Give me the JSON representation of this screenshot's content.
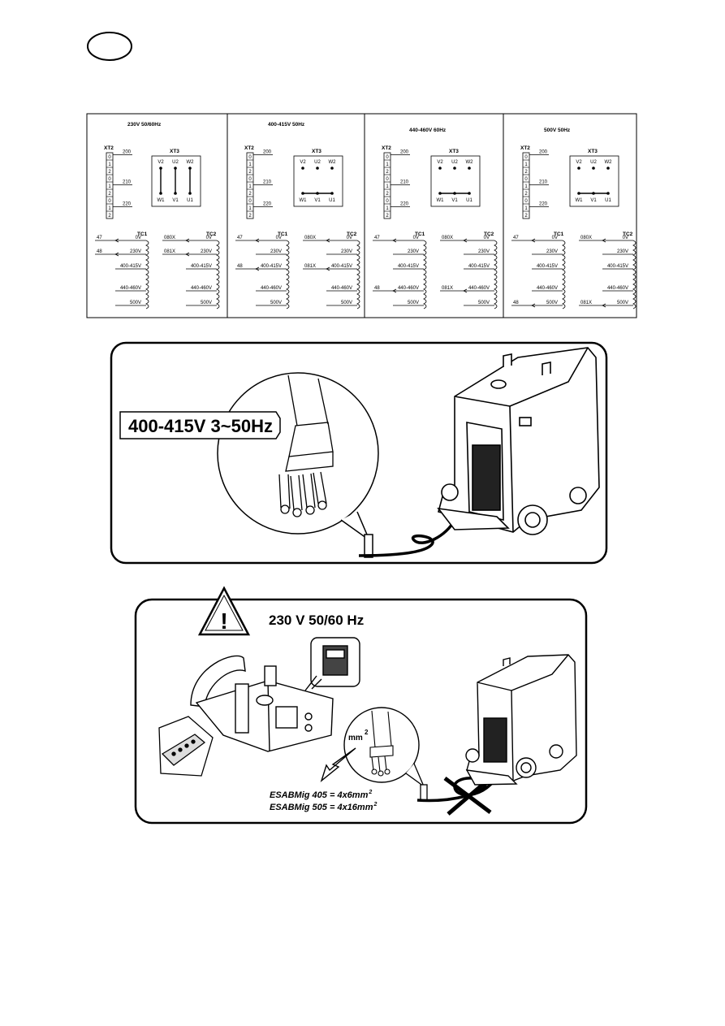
{
  "language_badge": "",
  "wiring_panels": [
    {
      "title": "230V 50/60Hz",
      "xt2_label": "XT2",
      "xt2_terms": [
        "0",
        "1",
        "2",
        "0",
        "1",
        "2",
        "0",
        "1",
        "2"
      ],
      "xt2_taps": [
        "200",
        "210",
        "220"
      ],
      "xt3_label": "XT3",
      "xt3_top": [
        "V2",
        "U2",
        "W2"
      ],
      "xt3_bottom": [
        "W1",
        "V1",
        "U1"
      ],
      "xt3_link": "vertical",
      "tc1_label": "TC1",
      "tc1_taps": [
        "0V",
        "230V",
        "400-415V",
        "440-460V",
        "500V"
      ],
      "tc1_wire_upper": "47",
      "tc1_wire_lower": "48",
      "tc1_upper_tap": 0,
      "tc1_lower_tap": 1,
      "tc2_label": "TC2",
      "tc2_taps": [
        "0V",
        "230V",
        "400-415V",
        "440-460V",
        "500V"
      ],
      "tc2_wire_upper": "080X",
      "tc2_wire_lower": "081X",
      "tc2_upper_tap": 0,
      "tc2_lower_tap": 1
    },
    {
      "title": "400-415V 50Hz",
      "xt2_label": "XT2",
      "xt2_terms": [
        "0",
        "1",
        "2",
        "0",
        "1",
        "2",
        "0",
        "1",
        "2"
      ],
      "xt2_taps": [
        "200",
        "210",
        "220"
      ],
      "xt3_label": "XT3",
      "xt3_top": [
        "V2",
        "U2",
        "W2"
      ],
      "xt3_bottom": [
        "W1",
        "V1",
        "U1"
      ],
      "xt3_link": "horizontal",
      "tc1_label": "TC1",
      "tc1_taps": [
        "0V",
        "230V",
        "400-415V",
        "440-460V",
        "500V"
      ],
      "tc1_wire_upper": "47",
      "tc1_wire_lower": "48",
      "tc1_upper_tap": 0,
      "tc1_lower_tap": 2,
      "tc2_label": "TC2",
      "tc2_taps": [
        "0V",
        "230V",
        "400-415V",
        "440-460V",
        "500V"
      ],
      "tc2_wire_upper": "080X",
      "tc2_wire_lower": "081X",
      "tc2_upper_tap": 0,
      "tc2_lower_tap": 2
    },
    {
      "title": "440-460V 60Hz",
      "xt2_label": "XT2",
      "xt2_terms": [
        "0",
        "1",
        "2",
        "0",
        "1",
        "2",
        "0",
        "1",
        "2"
      ],
      "xt2_taps": [
        "200",
        "210",
        "220"
      ],
      "xt3_label": "XT3",
      "xt3_top": [
        "V2",
        "U2",
        "W2"
      ],
      "xt3_bottom": [
        "W1",
        "V1",
        "U1"
      ],
      "xt3_link": "horizontal",
      "tc1_label": "TC1",
      "tc1_taps": [
        "0V",
        "230V",
        "400-415V",
        "440-460V",
        "500V"
      ],
      "tc1_wire_upper": "47",
      "tc1_wire_lower": "48",
      "tc1_upper_tap": 0,
      "tc1_lower_tap": 3,
      "tc2_label": "TC2",
      "tc2_taps": [
        "0V",
        "230V",
        "400-415V",
        "440-460V",
        "500V"
      ],
      "tc2_wire_upper": "080X",
      "tc2_wire_lower": "081X",
      "tc2_upper_tap": 0,
      "tc2_lower_tap": 3
    },
    {
      "title": "500V 50Hz",
      "xt2_label": "XT2",
      "xt2_terms": [
        "0",
        "1",
        "2",
        "0",
        "1",
        "2",
        "0",
        "1",
        "2"
      ],
      "xt2_taps": [
        "200",
        "210",
        "220"
      ],
      "xt3_label": "XT3",
      "xt3_top": [
        "V2",
        "U2",
        "W2"
      ],
      "xt3_bottom": [
        "W1",
        "V1",
        "U1"
      ],
      "xt3_link": "horizontal",
      "tc1_label": "TC1",
      "tc1_taps": [
        "0V",
        "230V",
        "400-415V",
        "440-460V",
        "500V"
      ],
      "tc1_wire_upper": "47",
      "tc1_wire_lower": "48",
      "tc1_upper_tap": 0,
      "tc1_lower_tap": 4,
      "tc2_label": "TC2",
      "tc2_taps": [
        "0V",
        "230V",
        "400-415V",
        "440-460V",
        "500V"
      ],
      "tc2_wire_upper": "080X",
      "tc2_wire_lower": "081X",
      "tc2_upper_tap": 0,
      "tc2_lower_tap": 4
    }
  ],
  "supply_callout": {
    "voltage_label": "400-415V 3~50Hz"
  },
  "warning_panel": {
    "title": "230 V 50/60 Hz",
    "warning_symbol": "!",
    "cable_unit": "mm",
    "cable_unit_exp": "2",
    "spec_lines": [
      {
        "model": "ESABMig 405 = 4x6mm",
        "exp": "2"
      },
      {
        "model": "ESABMig 505 = 4x16mm",
        "exp": "2"
      }
    ]
  },
  "icons": [
    "warning-triangle-icon",
    "welding-machine-illustration",
    "cable-end-illustration",
    "terminal-block-illustration",
    "transformer-illustration",
    "prohibited-cross-icon",
    "arrow-down-left-icon"
  ]
}
